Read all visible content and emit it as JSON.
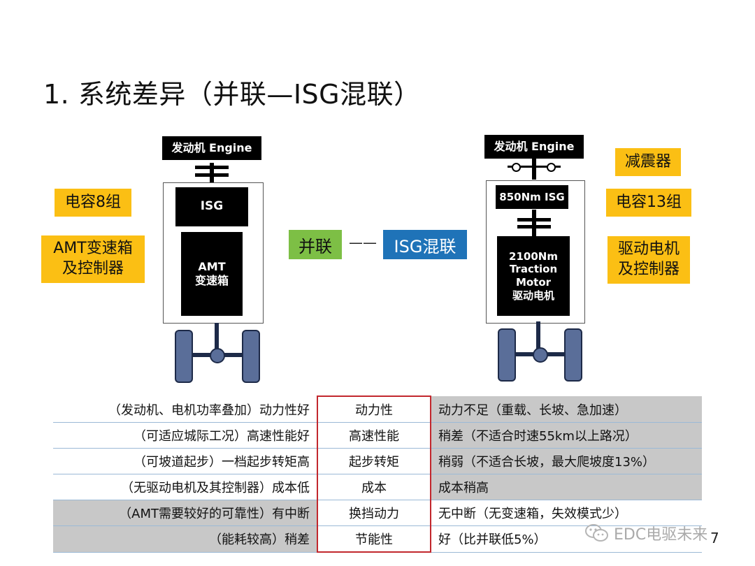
{
  "title": "1. 系统差异（并联—ISG混联）",
  "left_system": {
    "engine": "发动机 Engine",
    "isg": "ISG",
    "amt_line1": "AMT",
    "amt_line2": "变速箱",
    "labels": {
      "capacitor": "电容8组",
      "amt_line1": "AMT变速箱",
      "amt_line2": "及控制器"
    }
  },
  "right_system": {
    "engine": "发动机 Engine",
    "isg": "850Nm ISG",
    "motor_line1": "2100Nm",
    "motor_line2": "Traction",
    "motor_line3": "Motor",
    "motor_line4": "驱动电机",
    "labels": {
      "damper": "减震器",
      "capacitor": "电容13组",
      "motor_line1": "驱动电机",
      "motor_line2": "及控制器"
    }
  },
  "center": {
    "parallel": "并联",
    "dash": "——",
    "isg_hybrid": "ISG混联"
  },
  "comparison": {
    "rows": [
      {
        "left": "（发动机、电机功率叠加）动力性好",
        "middle": "动力性",
        "right": "动力不足（重载、长坡、急加速）"
      },
      {
        "left": "（可适应城际工况）高速性能好",
        "middle": "高速性能",
        "right": "稍差（不适合时速55km以上路况）"
      },
      {
        "left": "（可坡道起步）一档起步转矩高",
        "middle": "起步转矩",
        "right": "稍弱（不适合长坡，最大爬坡度13%）"
      },
      {
        "left": "（无驱动电机及其控制器）成本低",
        "middle": "成本",
        "right": "成本稍高"
      },
      {
        "left": "（AMT需要较好的可靠性）有中断",
        "middle": "换挡动力",
        "right": "无中断（无变速箱，失效模式少）"
      },
      {
        "left": "（能耗较高）稍差",
        "middle": "节能性",
        "right": "好（比并联低5%）"
      }
    ]
  },
  "watermark": "EDC电驱未来",
  "page_number": "7",
  "colors": {
    "label_yellow": "#fbbf14",
    "parallel_green": "#7dbf45",
    "hybrid_blue": "#1f73b8",
    "table_red": "#c2272d",
    "wheel_blue": "#5a6e99"
  }
}
